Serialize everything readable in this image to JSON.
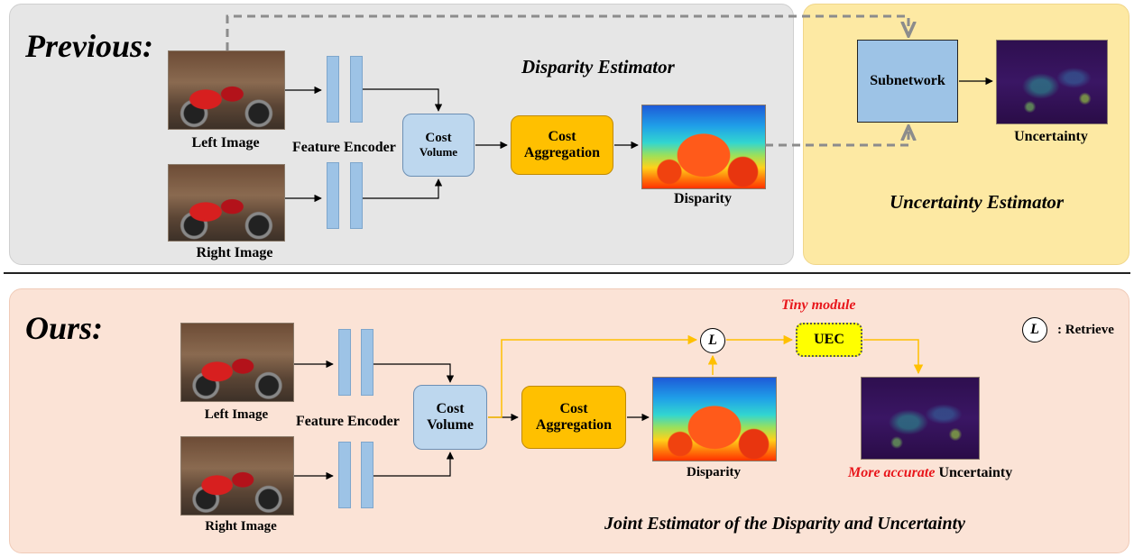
{
  "top": {
    "heading": "Previous:",
    "disparity_estimator_title": "Disparity Estimator",
    "left_image_label": "Left Image",
    "right_image_label": "Right Image",
    "feature_encoder_label": "Feature Encoder",
    "cost_volume_lines": [
      "Cost",
      "Volume"
    ],
    "cost_aggregation_lines": [
      "Cost",
      "Aggregation"
    ],
    "disparity_label": "Disparity",
    "subnetwork_label": "Subnetwork",
    "uncertainty_label": "Uncertainty",
    "uncertainty_estimator_title": "Uncertainty Estimator"
  },
  "bottom": {
    "heading": "Ours:",
    "left_image_label": "Left Image",
    "right_image_label": "Right Image",
    "feature_encoder_label": "Feature Encoder",
    "cost_volume_lines": [
      "Cost",
      "Volume"
    ],
    "cost_aggregation_lines": [
      "Cost",
      "Aggregation"
    ],
    "disparity_label": "Disparity",
    "retrieve_symbol": "L",
    "tiny_module_label": "Tiny module",
    "uec_label": "UEC",
    "legend_symbol": "L",
    "legend_text": ": Retrieve",
    "more_accurate_text": "More accurate",
    "uncertainty_text": "Uncertainty",
    "joint_title": "Joint Estimator of the Disparity and Uncertainty"
  },
  "colors": {
    "previous_panel": "#e6e6e6",
    "uncertainty_panel": "#fde9a3",
    "ours_panel": "#fbe3d6",
    "cost_volume": "#bdd7ee",
    "cost_aggregation": "#ffc000",
    "subnetwork": "#9dc3e6",
    "uec": "#ffff00",
    "highlight_red": "#e8161b",
    "orange_arrow": "#ffc000",
    "dashed_arrow": "#8c8c8c"
  }
}
